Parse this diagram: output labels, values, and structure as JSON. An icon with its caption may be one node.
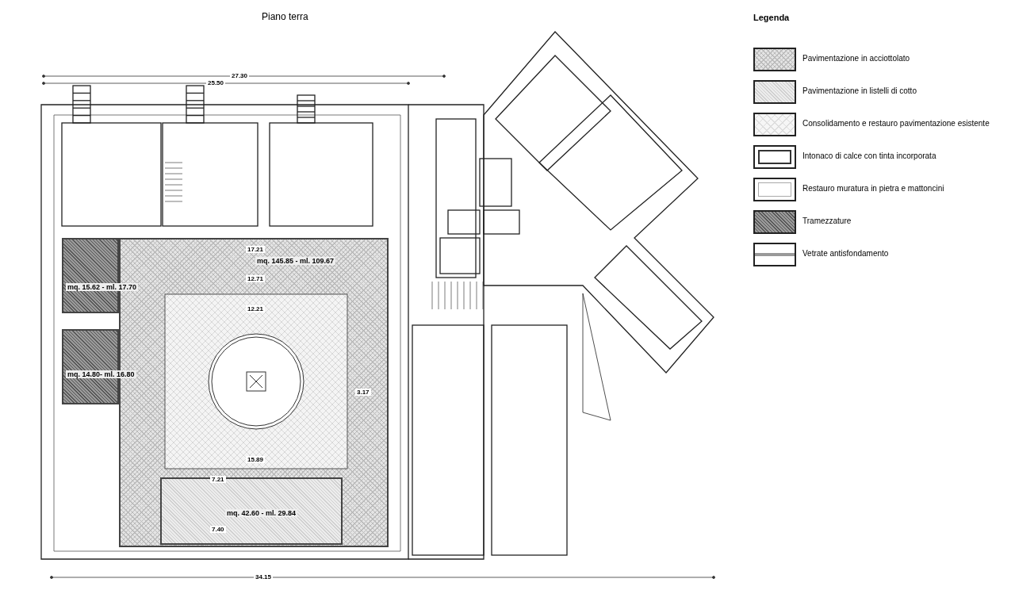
{
  "diagram": {
    "title": "Piano terra",
    "nodes": [
      {
        "text": [
          "mq. 145.85 - ml. 109.67"
        ]
      },
      {
        "text": [
          "mq. 15.62 - ml. 17.70"
        ]
      },
      {
        "text": [
          "mq. 14.80- ml. 16.80"
        ]
      },
      {
        "text": [
          "mq. 42.60 - ml. 29.84"
        ],
        "in": 0
      }
    ],
    "edges": [],
    "labels": [
      "27.30",
      "25.50",
      "17.21",
      "12.71",
      "12.21",
      "15.89",
      "7.21",
      "7.40",
      "3.17",
      "34.15",
      "Legenda"
    ],
    "legend": [
      {
        "text": "Pavimentazione in acciottolato"
      },
      {
        "text": "Pavimentazione in listelli di cotto"
      },
      {
        "text": "Consolidamento e restauro pavimentazione esistente"
      },
      {
        "text": "Intonaco di calce con tinta incorporata"
      },
      {
        "text": "Restauro muratura in pietra e mattoncini"
      },
      {
        "text": "Tramezzature"
      },
      {
        "text": "Vetrate antisfondamento"
      }
    ]
  }
}
